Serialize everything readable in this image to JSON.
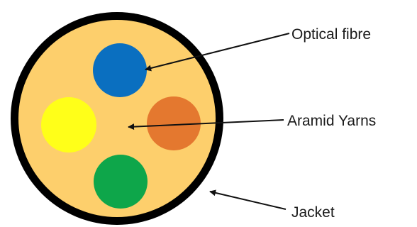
{
  "diagram": {
    "subject": "Fibre optic cable cross-section",
    "components": [
      {
        "name": "Jacket",
        "color": "#000000"
      },
      {
        "name": "Aramid Yarns",
        "color": "#fdcf6c"
      },
      {
        "name": "Optical fibre (blue)",
        "color": "#0a6fc0"
      },
      {
        "name": "Optical fibre (yellow)",
        "color": "#ffff19"
      },
      {
        "name": "Optical fibre (orange)",
        "color": "#e4782f"
      },
      {
        "name": "Optical fibre (green)",
        "color": "#0ea64a"
      }
    ],
    "labels": {
      "optical_fibre": "Optical fibre",
      "aramid_yarns": "Aramid Yarns",
      "jacket": "Jacket"
    }
  }
}
